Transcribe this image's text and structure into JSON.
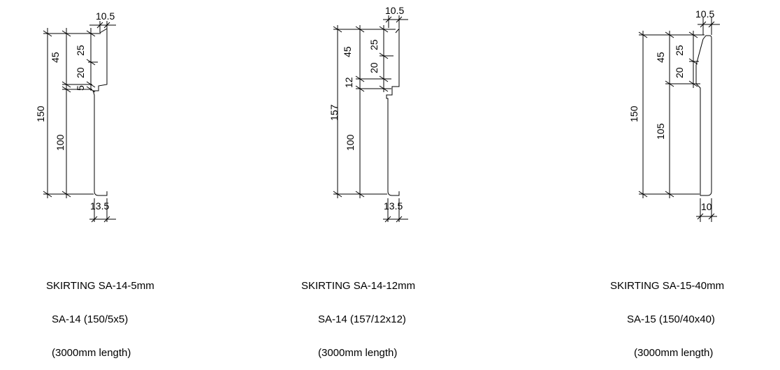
{
  "profiles": [
    {
      "dims": {
        "top_width": "10.5",
        "upper": "45",
        "face": "25",
        "groove": "20",
        "lip": "5",
        "total": "150",
        "lower": "100",
        "bottom_width": "13.5"
      },
      "caption": [
        "SKIRTING SA-14-5mm",
        "SA-14 (150/5x5)",
        "(3000mm length)"
      ]
    },
    {
      "dims": {
        "top_width": "10.5",
        "upper": "45",
        "face": "25",
        "groove": "20",
        "lip": "12",
        "total": "157",
        "lower": "100",
        "bottom_width": "13.5"
      },
      "caption": [
        "SKIRTING SA-14-12mm",
        "SA-14 (157/12x12)",
        "(3000mm length)"
      ]
    },
    {
      "dims": {
        "top_width": "10.5",
        "upper": "45",
        "face": "25",
        "groove": "20",
        "total": "150",
        "lower": "105",
        "bottom_width": "10"
      },
      "caption": [
        "SKIRTING SA-15-40mm",
        "SA-15 (150/40x40)",
        "(3000mm length)"
      ]
    }
  ]
}
